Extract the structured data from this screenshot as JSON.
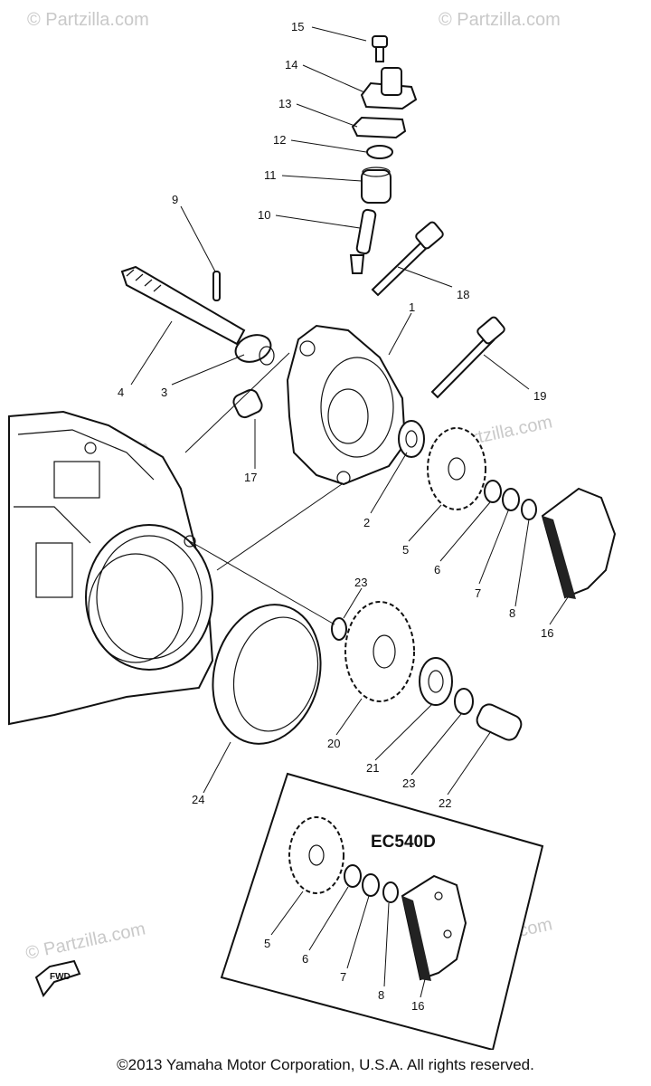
{
  "watermark": "© Partzilla.com",
  "inset": {
    "label": "EC540D"
  },
  "callouts": [
    "1",
    "2",
    "3",
    "4",
    "5",
    "6",
    "7",
    "8",
    "9",
    "10",
    "11",
    "12",
    "13",
    "14",
    "15",
    "16",
    "17",
    "18",
    "19",
    "20",
    "21",
    "22",
    "23",
    "23",
    "24"
  ],
  "inset_callouts": [
    "5",
    "6",
    "7",
    "8",
    "16"
  ],
  "fwd_label": "FWD",
  "copyright": "©2013 Yamaha Motor Corporation, U.S.A. All rights reserved."
}
